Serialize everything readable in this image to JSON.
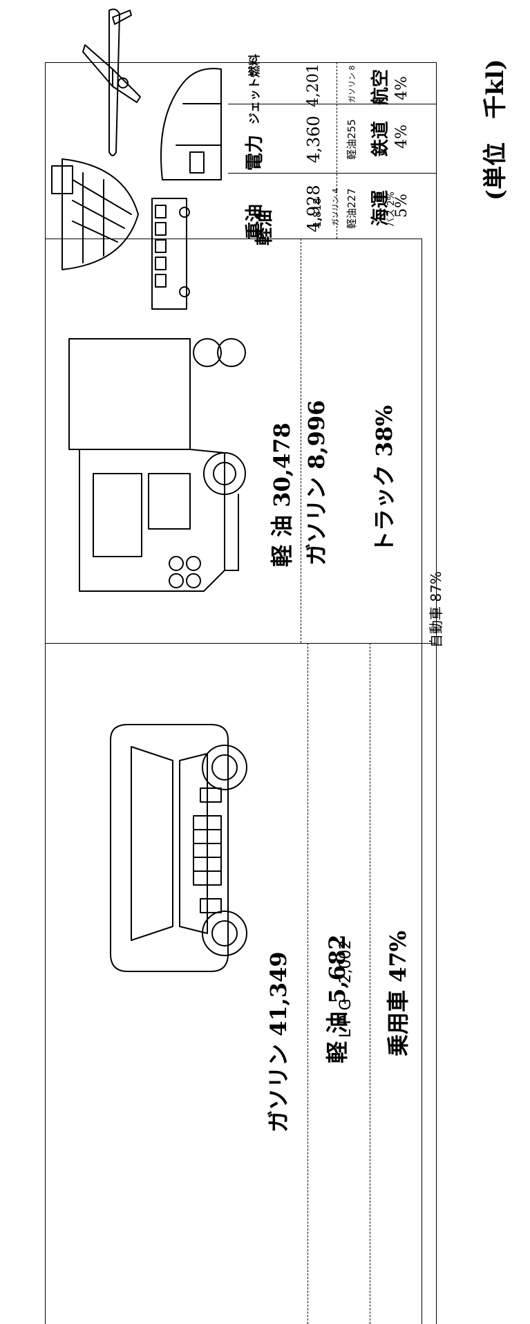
{
  "unit_label": "(単位　千kl)",
  "sections": {
    "passenger_car": {
      "gasoline": "ガソリン 41,349",
      "diesel": "軽 油 5,682",
      "lpg": "L P G　2,002",
      "share": "乗用車 47%"
    },
    "truck": {
      "diesel": "軽 油 30,478",
      "gasoline": "ガソリン 8,996",
      "share": "トラック 38%"
    },
    "bus": {
      "fuel_label": "軽油",
      "diesel_value": "1,818",
      "gasoline_value": "ガソリン 4",
      "share": "バス 2%"
    },
    "shipping": {
      "fuel_label": "重油",
      "value": "4,928",
      "sub": "軽油227",
      "share_label": "海運",
      "share_pct": "5%"
    },
    "rail": {
      "fuel_label": "電力",
      "value": "4,360",
      "sub": "軽油255",
      "share_label": "鉄道",
      "share_pct": "4%"
    },
    "aviation": {
      "fuel_label": "ジェット燃料",
      "value": "4,201",
      "sub": "ガソリン 8",
      "share_label": "航空",
      "share_pct": "4%"
    },
    "automobile_total": "自動車 87%"
  },
  "icons": [
    "car-illustration",
    "truck-illustration",
    "bus-illustration",
    "ship-illustration",
    "train-illustration",
    "airplane-illustration"
  ]
}
